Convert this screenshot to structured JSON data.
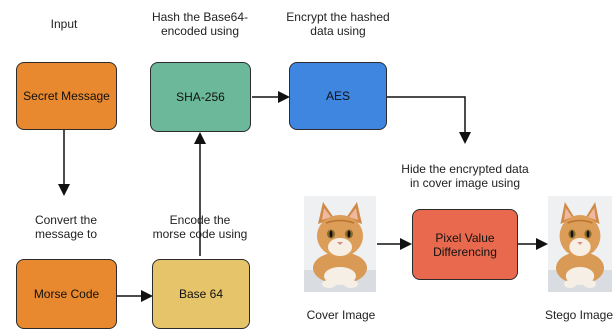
{
  "labels": {
    "input": "Input",
    "hash_line1": "Hash the Base64-",
    "hash_line2": "encoded using",
    "encrypt_line1": "Encrypt the hashed",
    "encrypt_line2": "data using",
    "convert_line1": "Convert the",
    "convert_line2": "message to",
    "encode_line1": "Encode the",
    "encode_line2": "morse code using",
    "hide_line1": "Hide the encrypted data",
    "hide_line2": "in cover image using",
    "cover_caption": "Cover Image",
    "stego_caption": "Stego Image"
  },
  "boxes": {
    "secret": "Secret Message",
    "sha": "SHA-256",
    "aes": "AES",
    "morse": "Morse Code",
    "base64": "Base 64",
    "pvd_line1": "Pixel Value",
    "pvd_line2": "Differencing"
  },
  "colors": {
    "orange": "#E8892F",
    "teal": "#6BB89A",
    "blue": "#3E86E0",
    "sand": "#E6C46A",
    "red": "#E8694E"
  }
}
